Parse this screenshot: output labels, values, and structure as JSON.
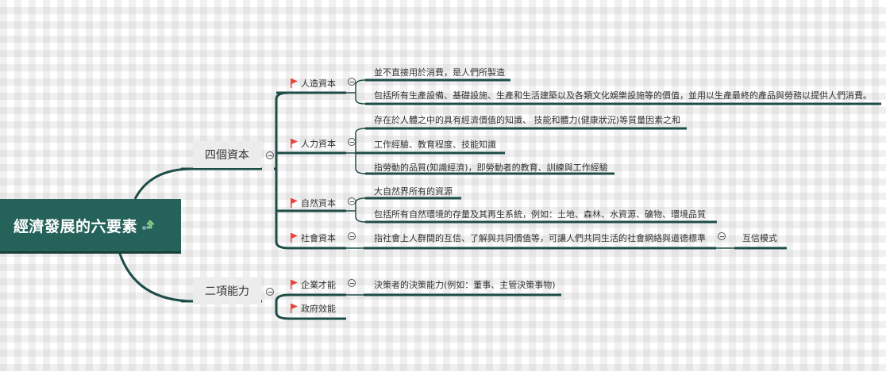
{
  "root": {
    "label": "經濟發展的六要素",
    "icon": "upgrade-arrow-icon"
  },
  "colors": {
    "root_bg": "#25625a",
    "line": "#1e4d48",
    "flag": "#e8453c",
    "topic_bg": "#ececec"
  },
  "main_topics": [
    {
      "label": "四個資本",
      "subtopics": [
        {
          "label": "人造資本",
          "leaves": [
            "並不直接用於消費，是人們所製造",
            "包括所有生產設備、基礎設施、生產和生活建築以及各類文化娛樂設施等的價值，並用以生產最終的產品與勞務以提供人們消費。"
          ]
        },
        {
          "label": "人力資本",
          "leaves": [
            "存在於人體之中的具有經濟價值的知識、 技能和體力(健康狀況)等質量因素之和",
            "工作經驗、教育程度、技能知識",
            "指勞動的品質(知識經濟)，即勞動者的教育、訓練與工作經驗"
          ]
        },
        {
          "label": "自然資本",
          "leaves": [
            "大自然界所有的資源",
            "包括所有自然環境的存量及其再生系統，例如：土地、森林、水資源、礦物、環境品質"
          ]
        },
        {
          "label": "社會資本",
          "leaves": [
            "指社會上人群間的互信、了解與共同價值等，可讓人們共同生活的社會網絡與道德標準"
          ],
          "sub_leaf": "互信模式"
        }
      ]
    },
    {
      "label": "二項能力",
      "subtopics": [
        {
          "label": "企業才能",
          "leaves": [
            "決策者的決策能力(例如：董事、主管決策事物)"
          ]
        },
        {
          "label": "政府效能",
          "leaves": []
        }
      ]
    }
  ]
}
